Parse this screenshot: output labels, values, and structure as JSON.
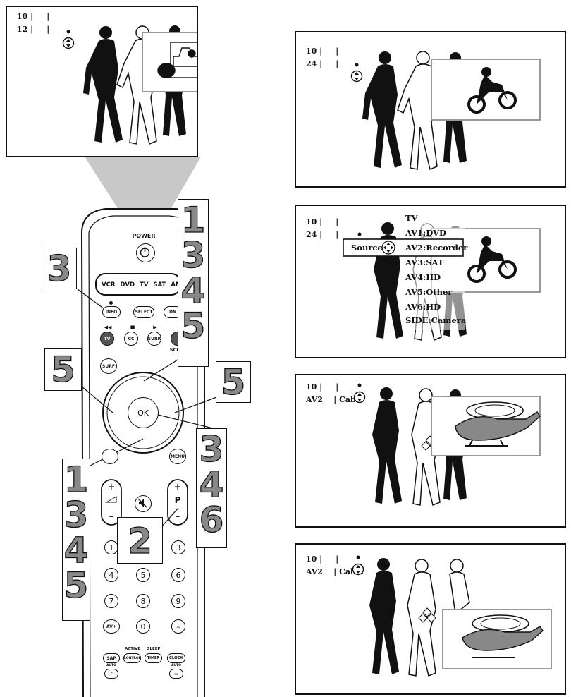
{
  "osd": {
    "top_left": {
      "line1": "10 |",
      "line1b": "|",
      "line2": "12 |",
      "line2b": "|"
    },
    "panel_a": {
      "line1": "10 |",
      "line1b": "|",
      "line2": "24 |",
      "line2b": "|"
    },
    "panel_b": {
      "line1": "10 |",
      "line1b": "|",
      "line2": "24 |",
      "line2b": "|"
    },
    "panel_c": {
      "line1": "10 |",
      "line1b": "|",
      "line2": "AV2",
      "line2b": "| Cable"
    },
    "panel_d": {
      "line1": "10 |",
      "line1b": "|",
      "line2": "AV2",
      "line2b": "| Cable"
    }
  },
  "source_menu": {
    "label": "Source",
    "icon_text": "OK",
    "items": [
      "TV",
      "AV1:DVD",
      "AV2:Recorder",
      "AV3:SAT",
      "AV4:HD",
      "AV5:Other",
      "AV6:HD",
      "SIDE:Camera"
    ],
    "selected_index": 2
  },
  "remote": {
    "power_label": "POWER",
    "source_keys": [
      "VCR",
      "DVD",
      "TV",
      "SAT",
      "AM"
    ],
    "info_label": "INFO",
    "select_label": "SELECT",
    "dn_label": "DN",
    "tv_label": "TV",
    "cc_label": "CC",
    "surr_label": "SURR",
    "scr_label": "SCR",
    "surf_label": "SURF",
    "ok_label": "OK",
    "menu_label": "MENU",
    "vol_plus": "+",
    "vol_minus": "–",
    "p_plus": "+",
    "p_label": "P",
    "p_minus": "–",
    "digits": [
      "1",
      "2",
      "3",
      "4",
      "5",
      "6",
      "7",
      "8",
      "9",
      "AV+",
      "0",
      "–"
    ],
    "sap_label": "SAP",
    "active_label": "ACTIVE",
    "control_label": "CONTROL",
    "sleep_label": "SLEEP",
    "timer_label": "TIMER",
    "clock_label": "CLOCK",
    "auto_label_1": "AUTO",
    "auto_label_2": "AUTO"
  },
  "step_labels": {
    "right_column": [
      "1",
      "3",
      "4",
      "5"
    ],
    "info_step": "3",
    "left_arrow_step": "5",
    "right_arrow_step": "5",
    "ok_steps": [
      "3",
      "4",
      "6"
    ],
    "down_steps": [
      "1",
      "3",
      "4",
      "5"
    ],
    "p_step": "2"
  }
}
